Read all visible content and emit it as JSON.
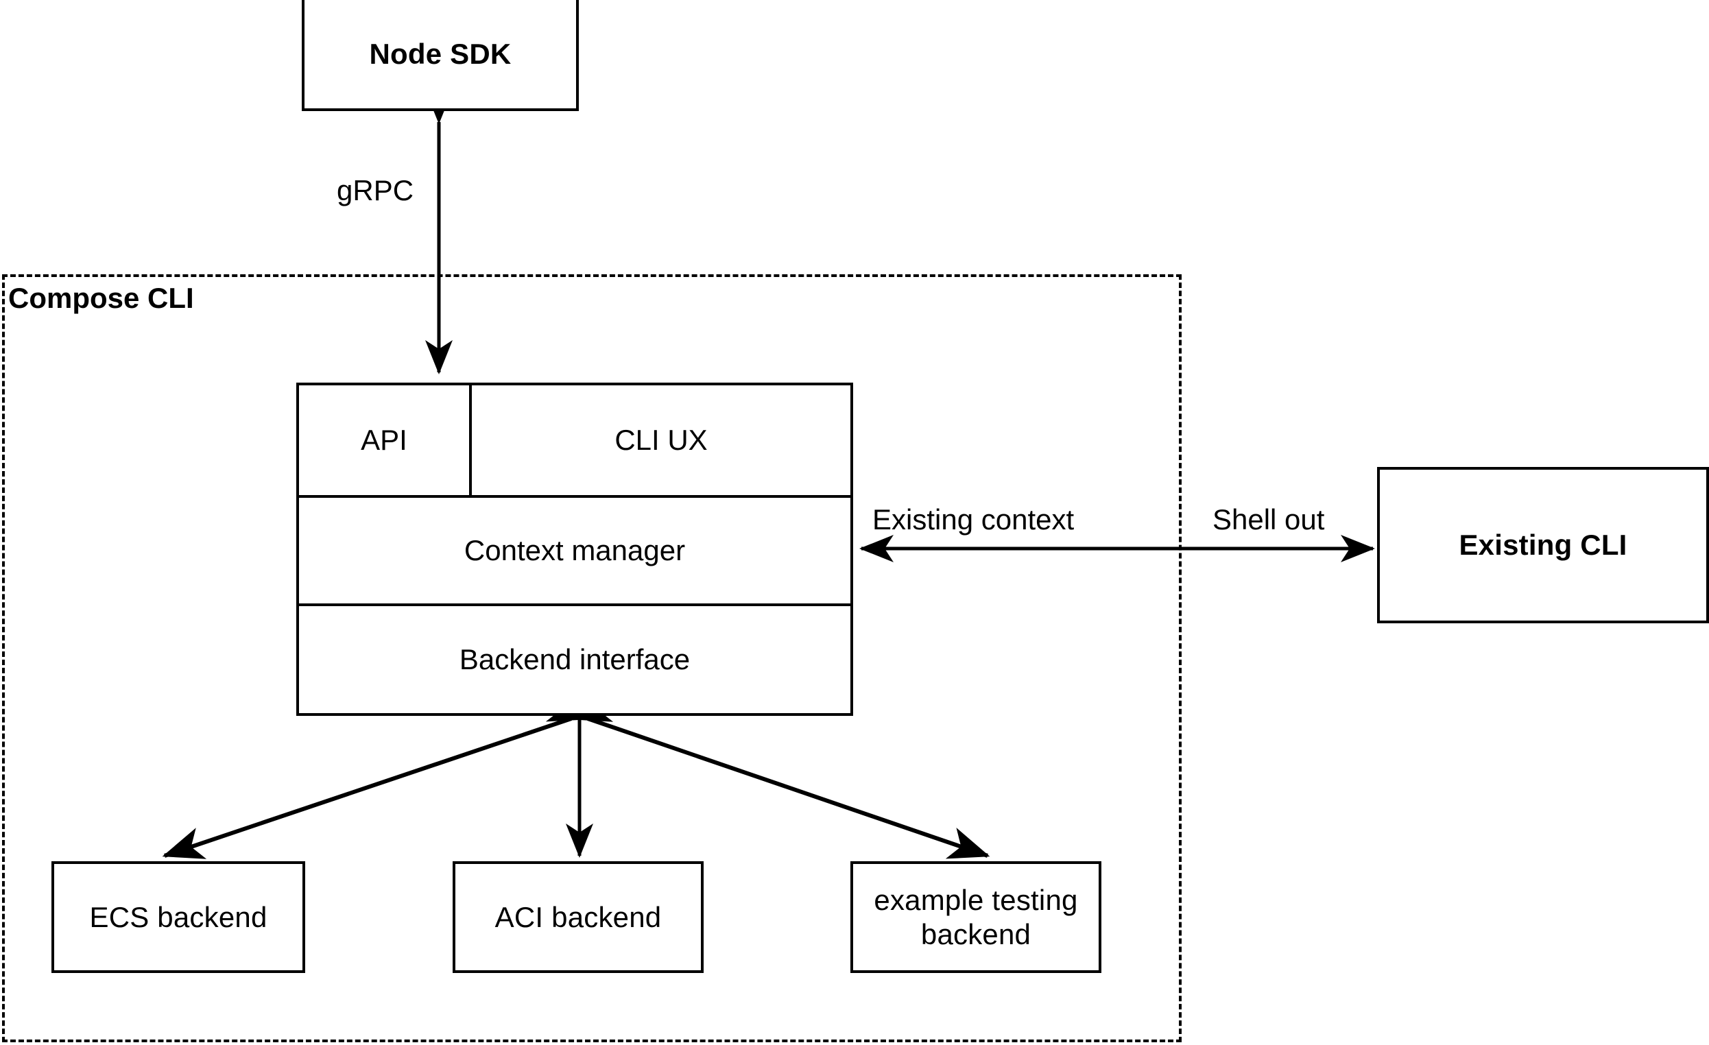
{
  "diagram": {
    "type": "architecture-block-diagram",
    "background": "#ffffff",
    "stroke": "#000000",
    "nodes": {
      "node_sdk": {
        "label": "Node SDK",
        "bold": true
      },
      "compose_cli_container": {
        "label": "Compose CLI",
        "bold": true,
        "border_style": "dashed"
      },
      "api": {
        "label": "API",
        "bold": false
      },
      "cli_ux": {
        "label": "CLI UX",
        "bold": false
      },
      "context_manager": {
        "label": "Context manager",
        "bold": false
      },
      "backend_interface": {
        "label": "Backend interface",
        "bold": false
      },
      "existing_cli": {
        "label": "Existing CLI",
        "bold": true
      },
      "ecs_backend": {
        "label": "ECS backend",
        "bold": false
      },
      "aci_backend": {
        "label": "ACI backend",
        "bold": false
      },
      "example_testing_backend": {
        "label": "example testing\nbackend",
        "line1": "example testing",
        "line2": "backend",
        "bold": false
      }
    },
    "edges": {
      "grpc": {
        "label": "gRPC",
        "from": "node_sdk",
        "to": "api",
        "arrows": "both"
      },
      "existing_context": {
        "label": "Existing context",
        "from": "existing_cli",
        "to": "context_manager",
        "arrows": "to-context-manager"
      },
      "shell_out": {
        "label": "Shell out",
        "from": "context_manager",
        "to": "existing_cli",
        "arrows": "to-existing-cli"
      },
      "backend_to_ecs": {
        "label": "",
        "from": "backend_interface",
        "to": "ecs_backend",
        "arrows": "both"
      },
      "backend_to_aci": {
        "label": "",
        "from": "backend_interface",
        "to": "aci_backend",
        "arrows": "both"
      },
      "backend_to_example": {
        "label": "",
        "from": "backend_interface",
        "to": "example_testing_backend",
        "arrows": "both"
      }
    }
  }
}
